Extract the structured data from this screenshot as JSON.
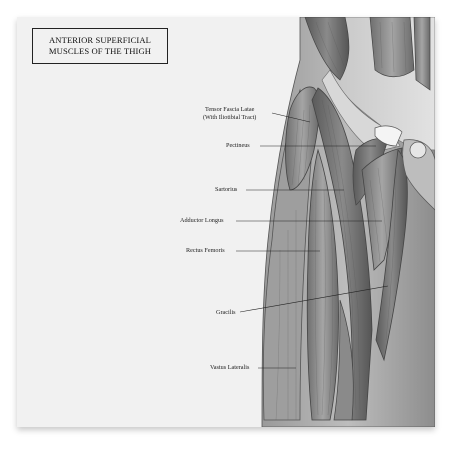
{
  "title": {
    "line1": "ANTERIOR SUPERFICIAL",
    "line2": "MUSCLES OF THE THIGH"
  },
  "labels": {
    "tensor_fascia_latae_1": "Tensor Fascia Latae",
    "tensor_fascia_latae_2": "(With Iliotibial Tract)",
    "pectineus": "Pectineus",
    "sartorius": "Sartorius",
    "adductor_longus": "Adductor Longus",
    "rectus_femoris": "Rectus Femoris",
    "gracilis": "Gracilis",
    "vastus_lateralis": "Vastus Lateralis"
  }
}
